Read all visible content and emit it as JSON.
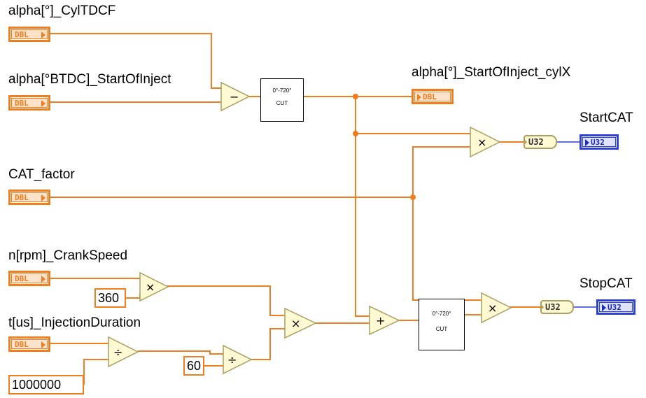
{
  "controls": {
    "cyl_tdcf": {
      "label": "alpha[°]_CylTDCF",
      "type": "DBL"
    },
    "start_inj": {
      "label": "alpha[°BTDC]_StartOfInject",
      "type": "DBL"
    },
    "cat_factor": {
      "label": "CAT_factor",
      "type": "DBL"
    },
    "crank_speed": {
      "label": "n[rpm]_CrankSpeed",
      "type": "DBL"
    },
    "inj_dur": {
      "label": "t[us]_InjectionDuration",
      "type": "DBL"
    }
  },
  "indicators": {
    "start_inj_cyl": {
      "label": "alpha[°]_StartOfInject_cylX",
      "type": "DBL"
    },
    "start_cat": {
      "label": "StartCAT",
      "type": "U32"
    },
    "stop_cat": {
      "label": "StopCAT",
      "type": "U32"
    }
  },
  "constants": {
    "c360": "360",
    "c60": "60",
    "c1e6": "1000000"
  },
  "operators": {
    "subtract": "−",
    "multiply": "×",
    "divide": "÷",
    "add": "+"
  },
  "cut_blocks": {
    "range": "0°-720°",
    "label": "CUT"
  },
  "convert": {
    "label": "U32"
  },
  "colors": {
    "wire": "#f07d1e",
    "wire_blue": "#2c3fd6",
    "node_fill": "#fff9d4",
    "node_stroke": "#a8a060"
  }
}
